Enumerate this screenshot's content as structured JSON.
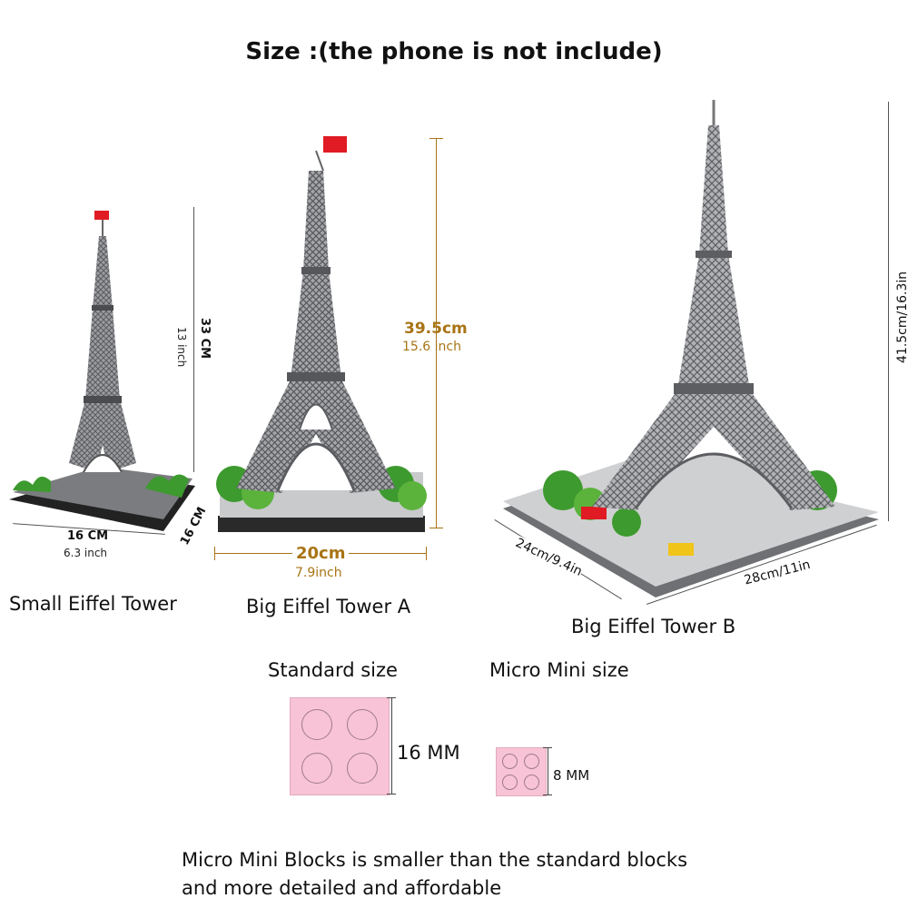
{
  "page": {
    "title": "Size :(the phone is not include)",
    "note_lines": [
      "Micro Mini Blocks is smaller than the standard blocks",
      "and more detailed and affordable"
    ]
  },
  "products": {
    "small": {
      "name": "Small Eiffel Tower",
      "height_cm": "33 CM",
      "height_in": "13 inch",
      "width_cm": "16 CM",
      "width_in": "6.3 inch",
      "depth_cm": "16 CM"
    },
    "big_a": {
      "name": "Big Eiffel Tower A",
      "height_cm": "39.5cm",
      "height_in": "15.6 inch",
      "width_cm": "20cm",
      "width_in": "7.9inch"
    },
    "big_b": {
      "name": "Big Eiffel Tower B",
      "height": "41.5cm/16.3in",
      "depth": "24cm/9.4in",
      "width": "28cm/11in"
    }
  },
  "blocks": {
    "standard": {
      "label": "Standard size",
      "size": "16 MM"
    },
    "micro": {
      "label": "Micro Mini size",
      "size": "8 MM"
    }
  },
  "colors": {
    "gold": "#a87415",
    "block_pink": "#f8c3d6",
    "flag_red": "#e01b24",
    "tower_gray": "#8d8f92",
    "foliage_green": "#3d9a2e"
  }
}
